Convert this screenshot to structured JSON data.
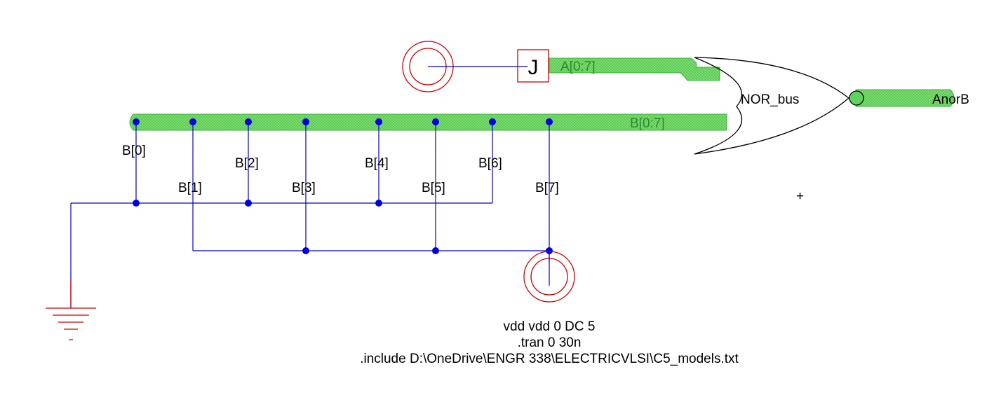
{
  "schematic": {
    "bus_a_label": "A[0:7]",
    "bus_b_label": "B[0:7]",
    "gate_label": "NOR_bus",
    "output_label": "AnorB",
    "cursor_glyph": "+",
    "pin_glyph": "J",
    "taps": [
      {
        "label": "B[0]"
      },
      {
        "label": "B[1]"
      },
      {
        "label": "B[2]"
      },
      {
        "label": "B[3]"
      },
      {
        "label": "B[4]"
      },
      {
        "label": "B[5]"
      },
      {
        "label": "B[6]"
      },
      {
        "label": "B[7]"
      }
    ],
    "spice_lines": [
      "vdd vdd 0 DC 5",
      ".tran 0 30n",
      ".include D:\\OneDrive\\ENGR 338\\ELECTRICVLSI\\C5_models.txt"
    ],
    "colors": {
      "bus": "#5fd35f",
      "bus_edge": "#2fa82f",
      "wire": "#0000cc",
      "node": "#0000dd",
      "component": "#cc0000",
      "gate": "#000000",
      "background": "#ffffff"
    }
  }
}
